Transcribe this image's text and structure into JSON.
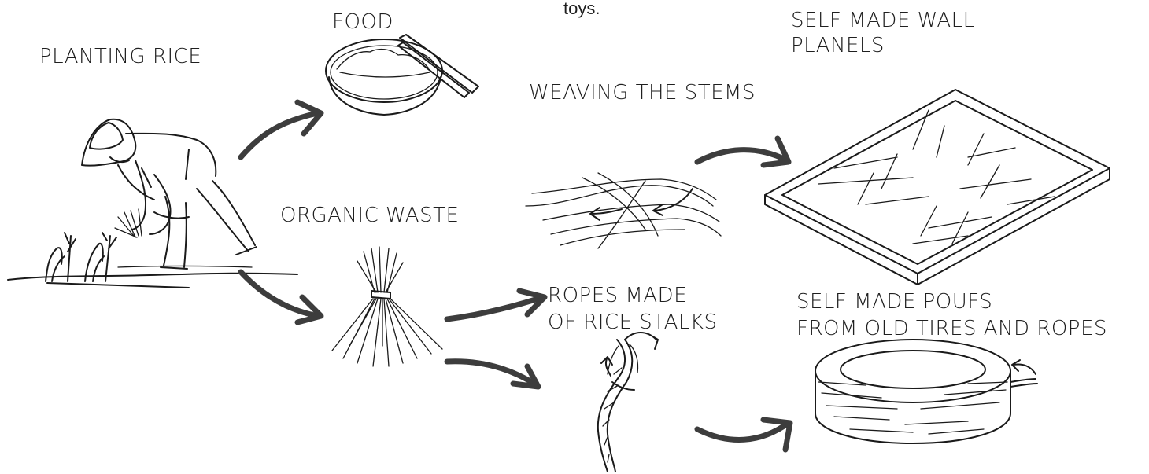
{
  "labels": {
    "top_fragment": "toys.",
    "planting_rice": "PLANTING RICE",
    "food": "FOOD",
    "weaving": "WEAVING THE STEMS",
    "wall_panels_line1": "SELF MADE WALL",
    "wall_panels_line2": "PLANELS",
    "organic_waste": "ORGANIC WASTE",
    "ropes_line1": "ROPES MADE",
    "ropes_line2": "OF RICE STALKS",
    "poufs_line1": "SELF MADE POUFS",
    "poufs_line2": "FROM OLD TIRES AND ROPES"
  },
  "illustrations": [
    "farmer-planting-rice",
    "rice-bowl-with-chopsticks",
    "rice-straw-bundle",
    "woven-stems",
    "wall-panel-frame",
    "rice-stalk-rope",
    "tire-pouf"
  ],
  "colors": {
    "ink": "#1a1a1a",
    "arrow": "#3d3d3d",
    "background": "#ffffff"
  }
}
